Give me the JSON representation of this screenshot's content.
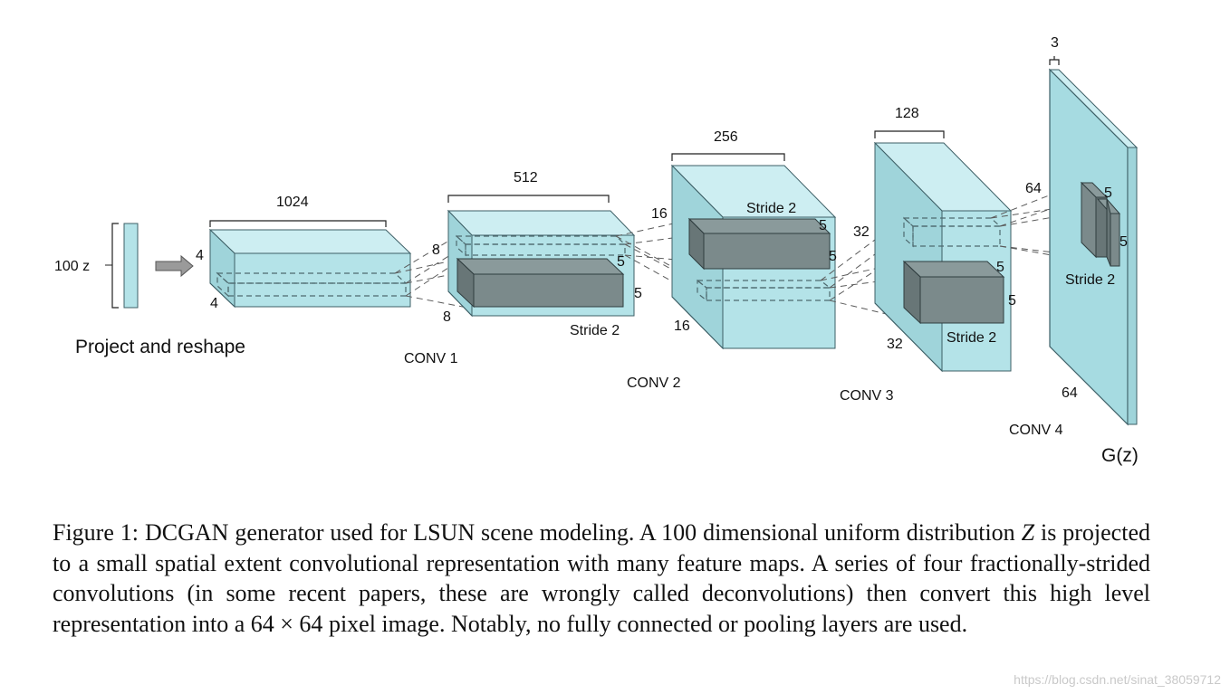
{
  "figure": {
    "input": {
      "dim_label": "100 z",
      "caption": "Project and reshape"
    },
    "block1": {
      "depth": "1024",
      "h": "4",
      "w": "4"
    },
    "conv1": {
      "name": "CONV 1",
      "depth": "512",
      "h": "8",
      "w": "8",
      "k1": "5",
      "k2": "5",
      "stride": "Stride 2"
    },
    "conv2": {
      "name": "CONV 2",
      "depth": "256",
      "h": "16",
      "w": "16",
      "k1": "5",
      "k2": "5",
      "stride": "Stride 2"
    },
    "conv3": {
      "name": "CONV 3",
      "depth": "128",
      "h": "32",
      "w": "32",
      "k1": "5",
      "k2": "5",
      "stride": "Stride 2"
    },
    "conv4": {
      "name": "CONV 4",
      "depth": "3",
      "h": "64",
      "w": "64",
      "k1": "5",
      "k2": "5",
      "stride": "Stride 2"
    },
    "output": "G(z)"
  },
  "caption": {
    "part1": "Figure 1: DCGAN generator used for LSUN scene modeling. A 100 dimensional uniform distribution ",
    "symbol_z": "Z",
    "part2": " is projected to a small spatial extent convolutional representation with many feature maps. A series of four fractionally-strided convolutions (in some recent papers, these are wrongly called deconvolutions) then convert this high level representation into a ",
    "math_size": "64 × 64",
    "part3": " pixel image. Notably, no fully connected or pooling layers are used."
  },
  "watermark": "https://blog.csdn.net/sinat_38059712"
}
